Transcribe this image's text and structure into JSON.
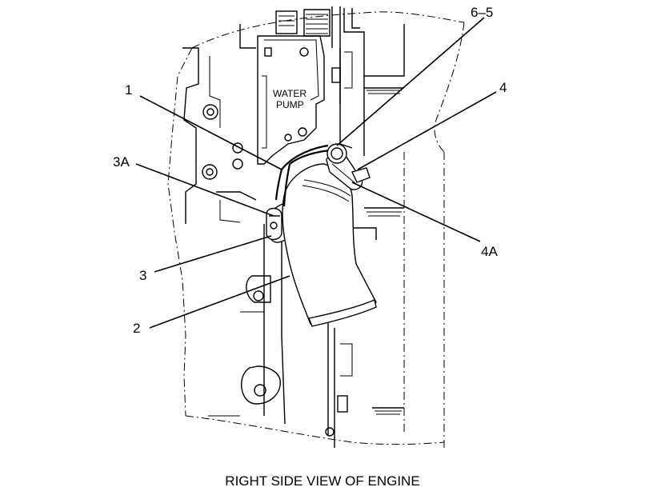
{
  "callouts": {
    "c1": "1",
    "c2": "2",
    "c3": "3",
    "c3a": "3A",
    "c4": "4",
    "c4a": "4A",
    "c65": "6–5"
  },
  "labels": {
    "water_line1": "WATER",
    "water_line2": "PUMP"
  },
  "caption": "RIGHT SIDE VIEW OF ENGINE"
}
